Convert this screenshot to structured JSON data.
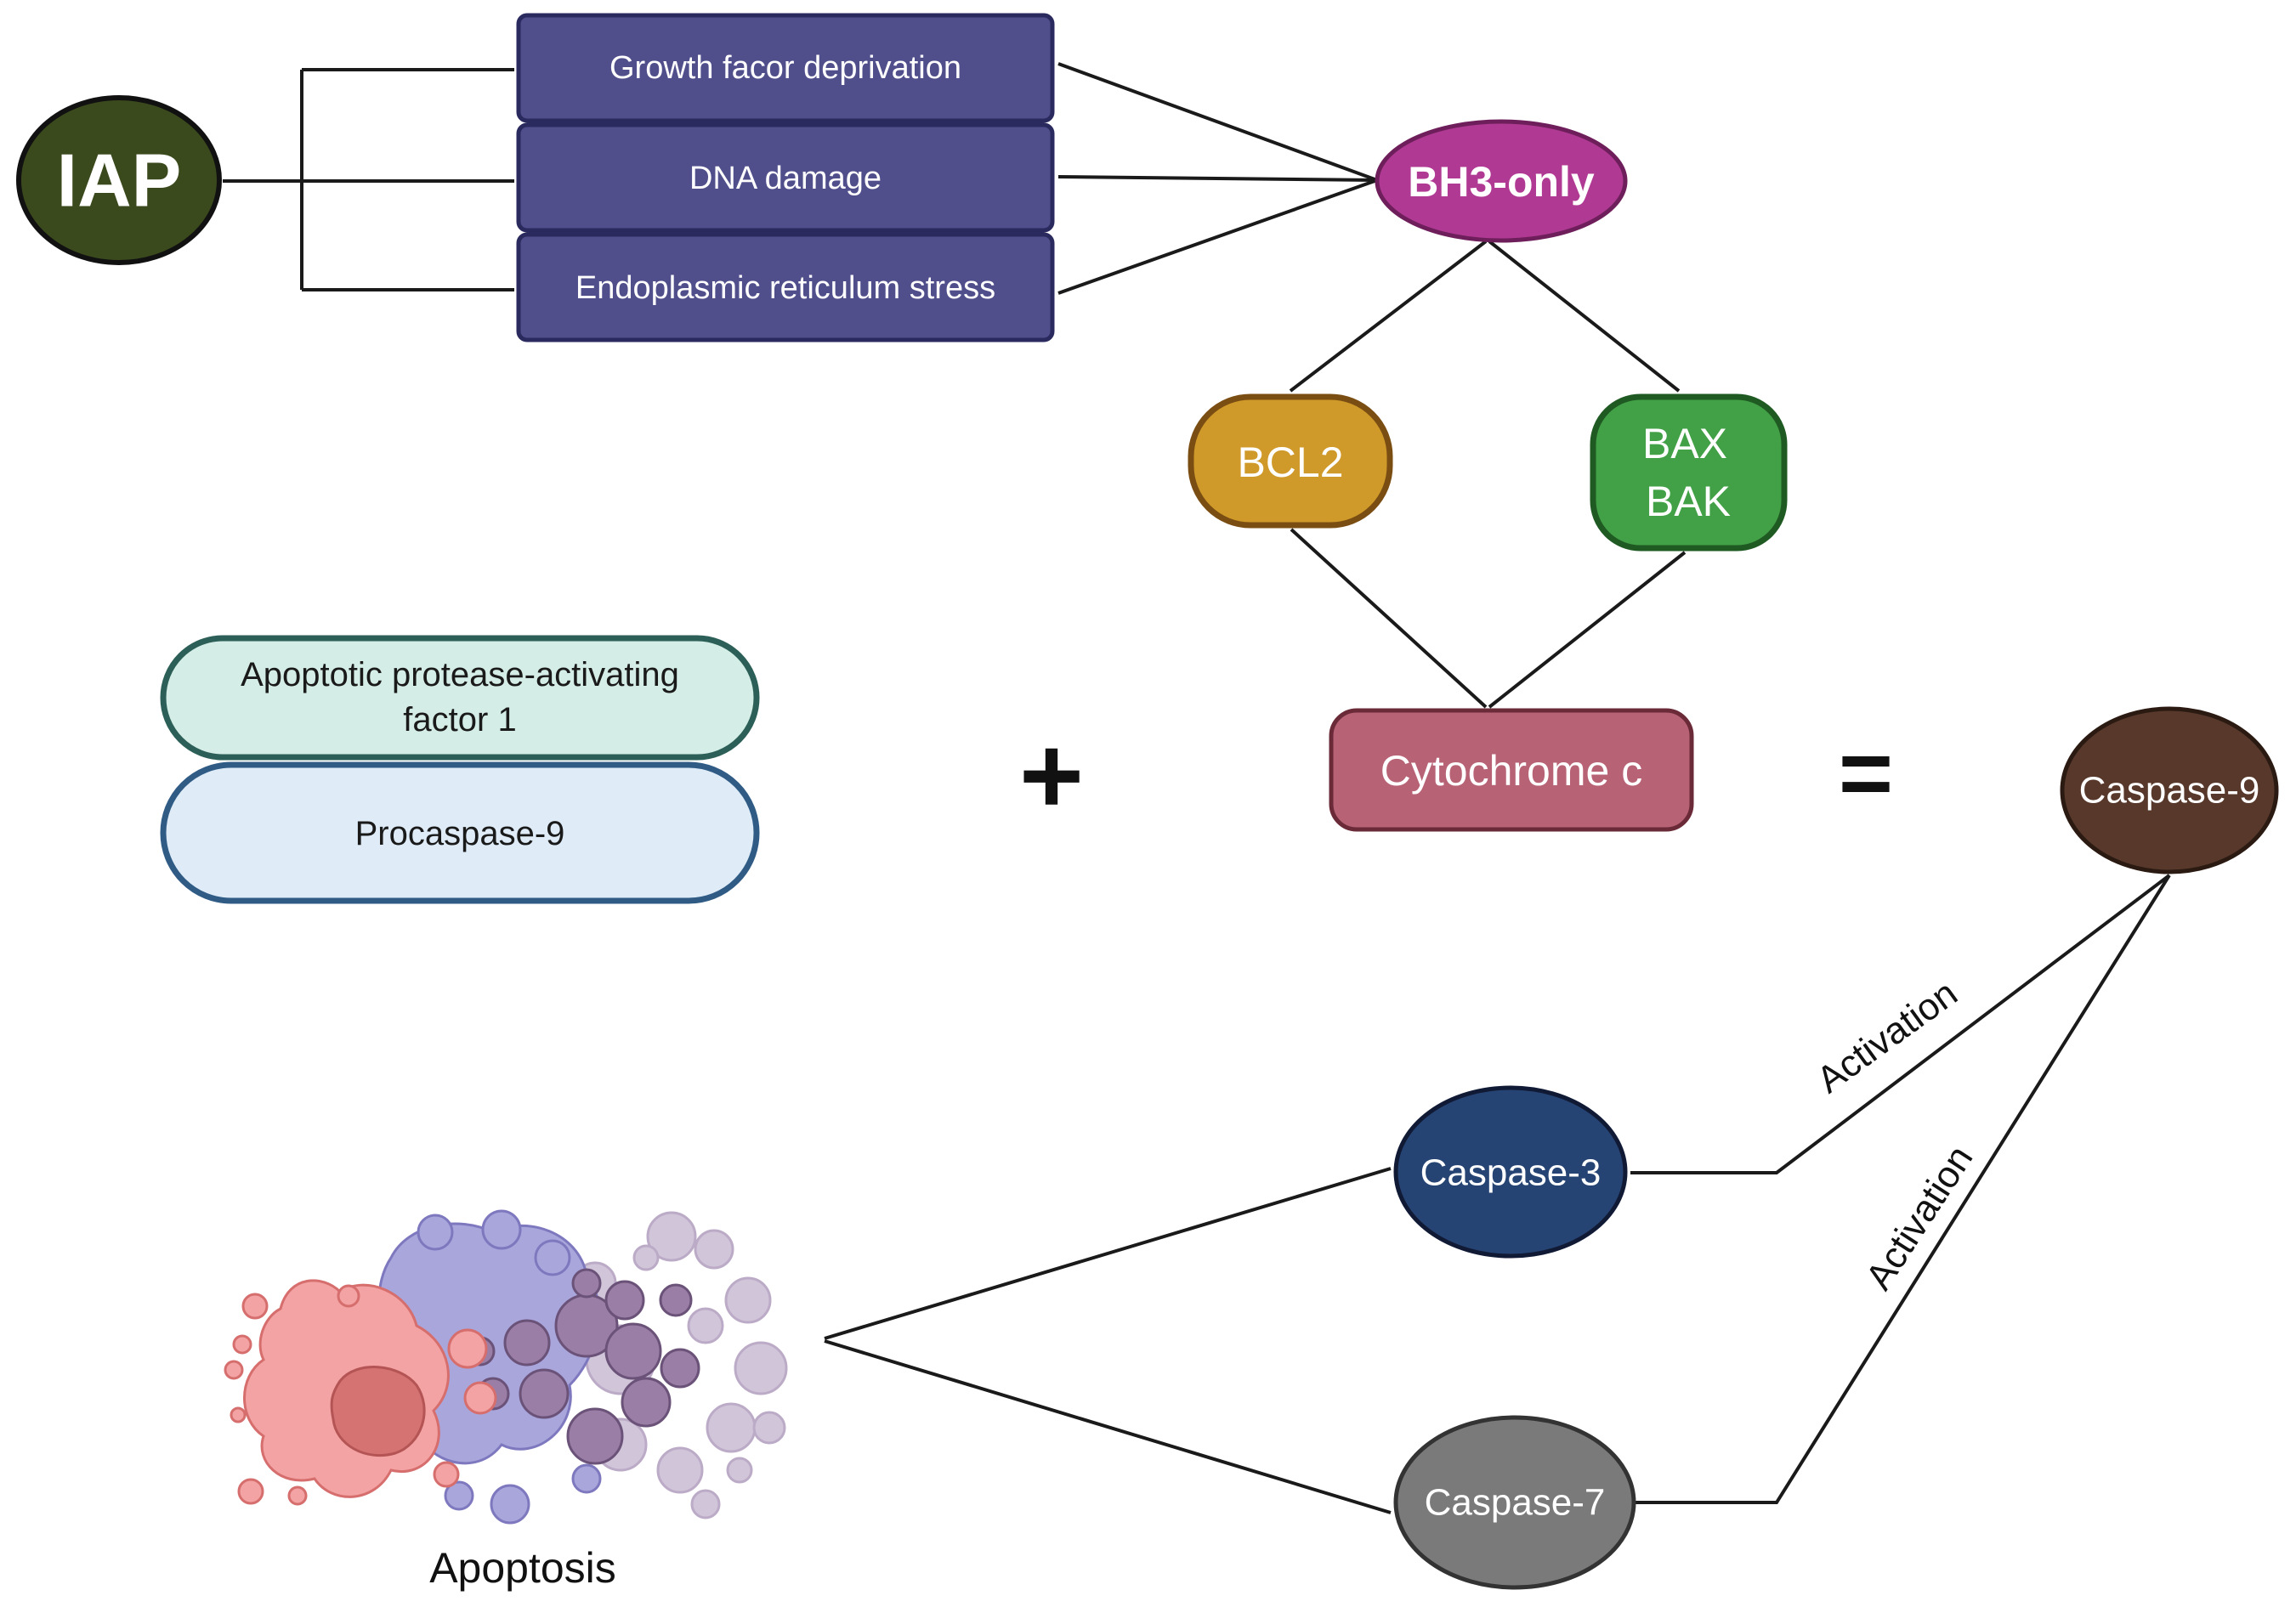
{
  "nodes": {
    "iap": "IAP",
    "growth_factor": "Growth facor deprivation",
    "dna_damage": "DNA damage",
    "er_stress": "Endoplasmic reticulum stress",
    "bh3_only": "BH3-only",
    "bcl2": "BCL2",
    "bax": "BAX",
    "bak": "BAK",
    "apaf1_line1": "Apoptotic protease-activating",
    "apaf1_line2": "factor 1",
    "procaspase9": "Procaspase-9",
    "cytochrome_c": "Cytochrome c",
    "caspase9": "Caspase-9",
    "caspase3": "Caspase-3",
    "caspase7": "Caspase-7",
    "apoptosis": "Apoptosis"
  },
  "operators": {
    "plus": "+",
    "equals": "="
  },
  "edge_labels": {
    "activation_upper": "Activation",
    "activation_lower": "Activation"
  },
  "colors": {
    "iap_fill": "#3b4a1d",
    "stress_box_fill": "#504f8c",
    "stress_box_border": "#2b2a5e",
    "bh3_fill": "#b03a93",
    "bh3_border": "#6e1f5b",
    "bcl2_fill": "#cf9a2a",
    "bcl2_border": "#7a4d12",
    "baxbak_fill": "#42a047",
    "baxbak_border": "#1f5a22",
    "apaf1_fill": "#d4ede6",
    "apaf1_border": "#2c5f57",
    "procasp_fill": "#dfecf8",
    "procasp_border": "#2f5b85",
    "cytc_fill": "#b76275",
    "cytc_border": "#6a2a38",
    "casp9_fill": "#57382a",
    "casp3_fill": "#264473",
    "casp7_fill": "#7a7a7a",
    "cell_red": "#f3a3a3",
    "cell_blue": "#a9a6dc",
    "cell_purple": "#9a7ea6"
  },
  "icons": {
    "apoptosis_cell": "apoptotic-cell-icon"
  }
}
